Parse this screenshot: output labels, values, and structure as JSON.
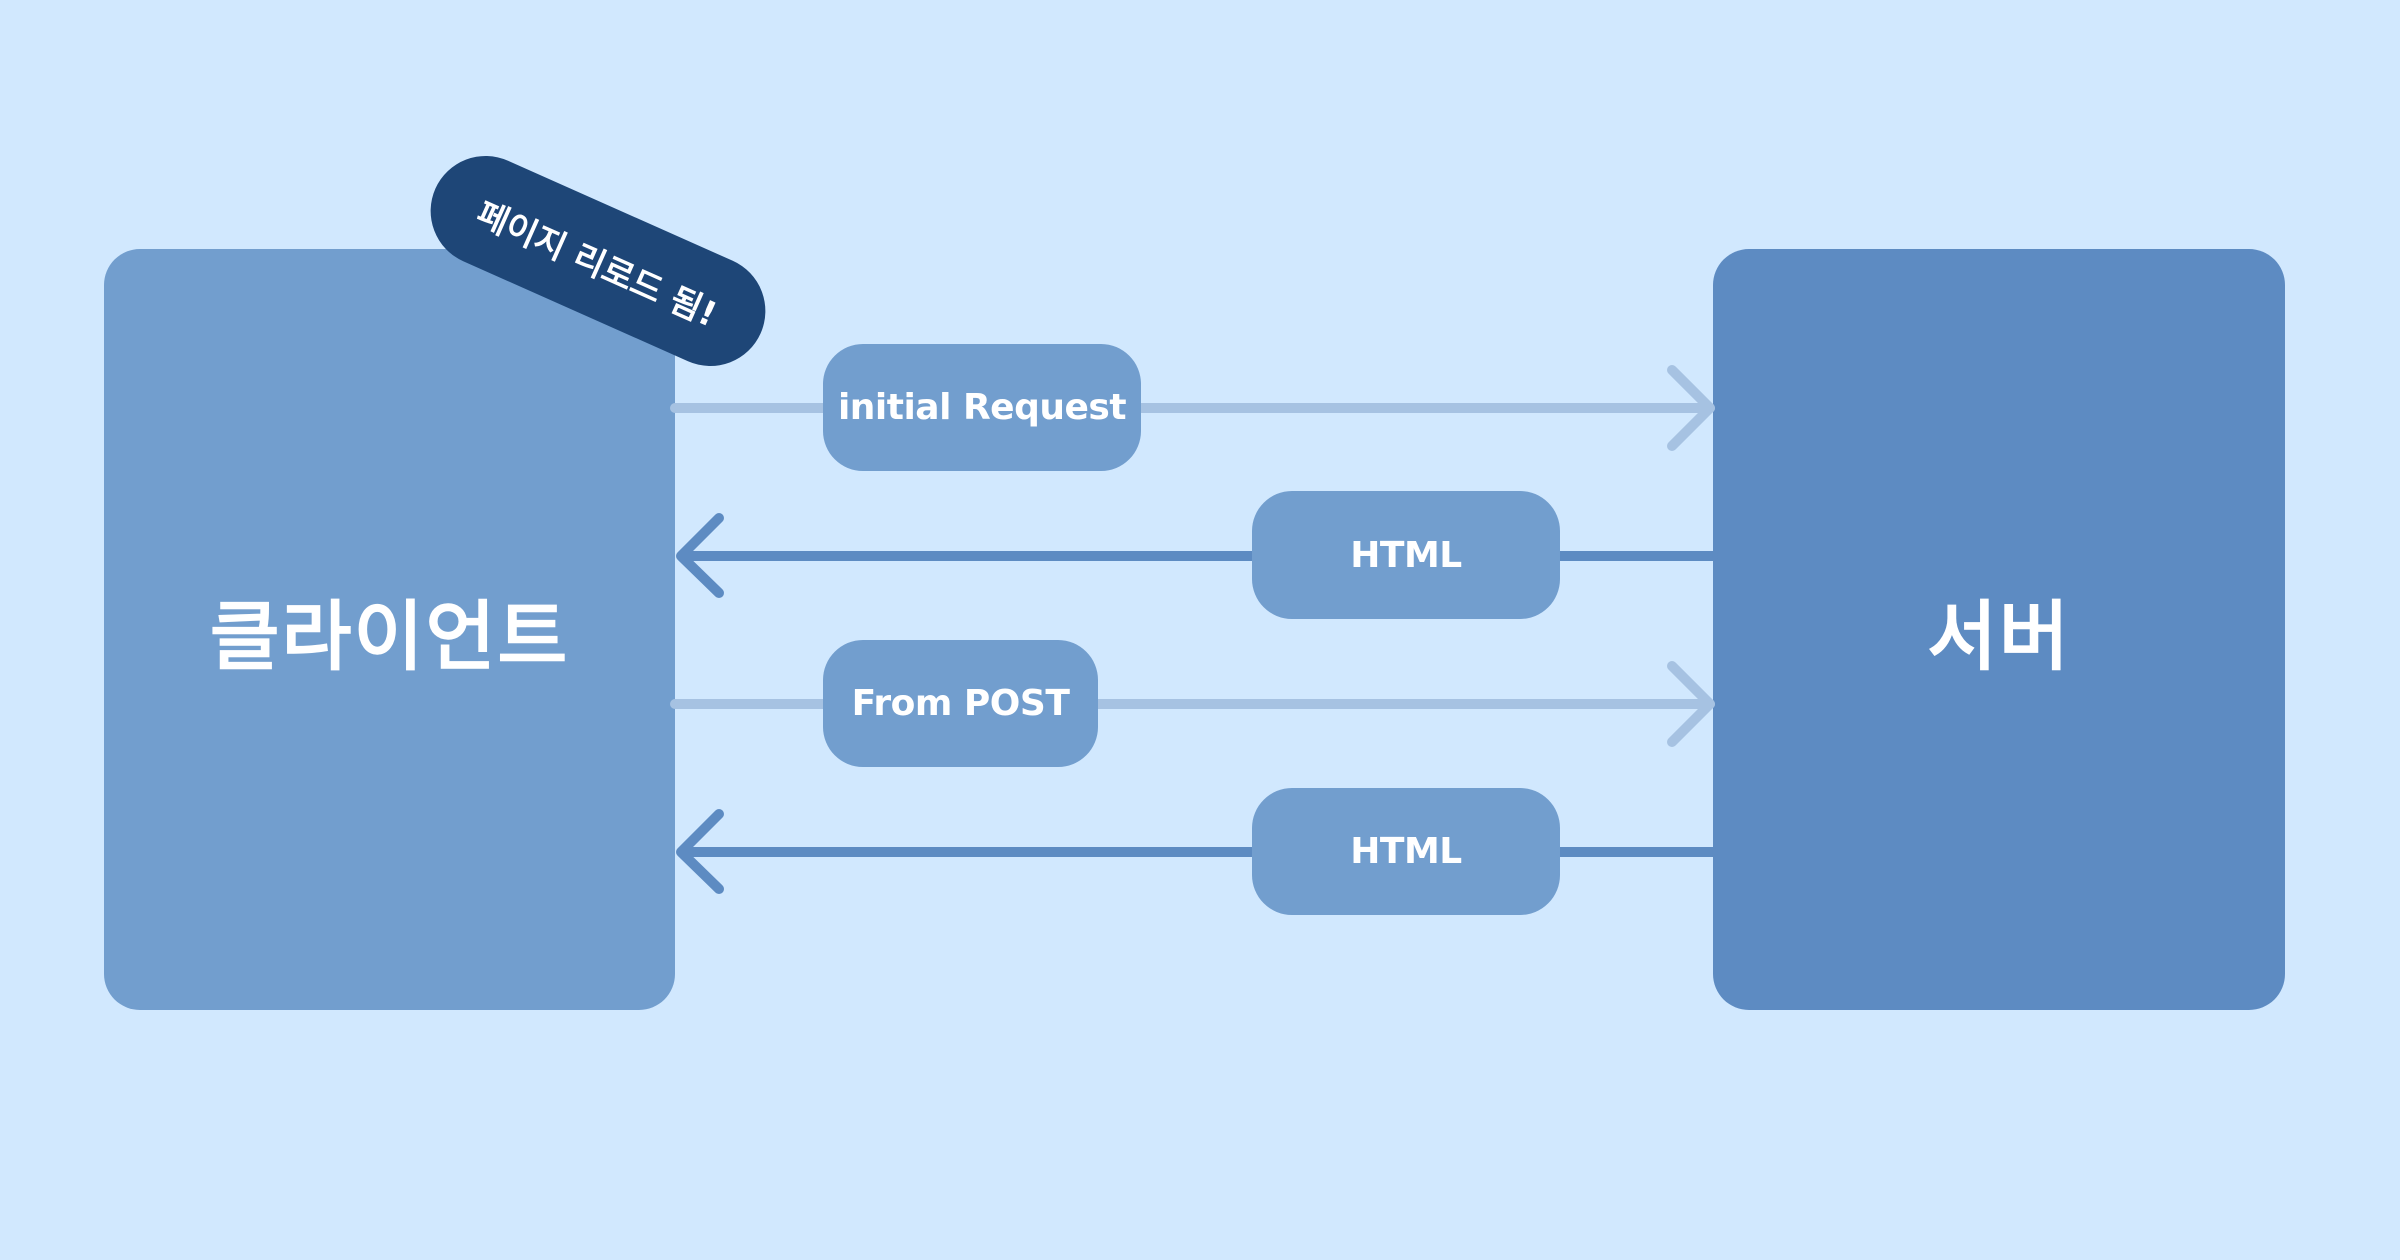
{
  "client": {
    "label": "클라이언트"
  },
  "server": {
    "label": "서버"
  },
  "badge": {
    "label": "페이지 리로드 됨!"
  },
  "messages": [
    {
      "label": "initial Request",
      "direction": "client-to-server"
    },
    {
      "label": "HTML",
      "direction": "server-to-client"
    },
    {
      "label": "From POST",
      "direction": "client-to-server"
    },
    {
      "label": "HTML",
      "direction": "server-to-client"
    }
  ],
  "colors": {
    "background": "#d1e8fe",
    "client_box": "#729ece",
    "server_box": "#5d8bc2",
    "request_arrow": "#a6c2e2",
    "response_arrow": "#5d8bc2",
    "badge": "#1e4677"
  }
}
